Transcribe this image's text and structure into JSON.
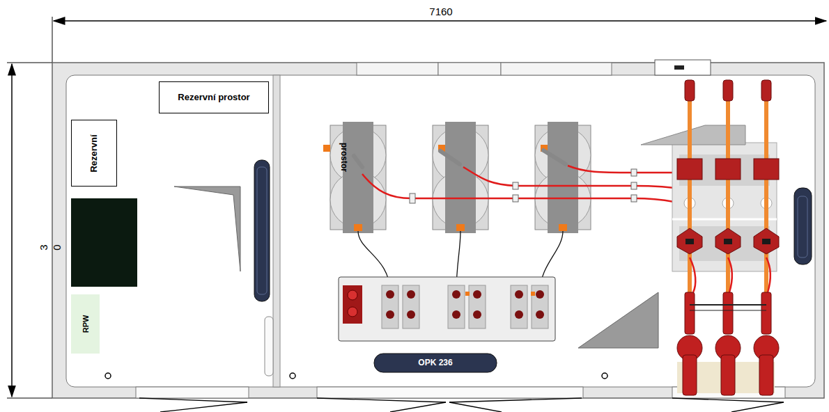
{
  "diagram": {
    "nodes": [
      {
        "text": [
          "Rezervní prostor"
        ]
      },
      {
        "text": [
          "Rezervní"
        ]
      },
      {
        "text": [
          "RPW"
        ]
      },
      {
        "text": [
          "OPK 236"
        ]
      }
    ],
    "labels": [
      "7160",
      "3",
      "0",
      "prostor"
    ]
  }
}
